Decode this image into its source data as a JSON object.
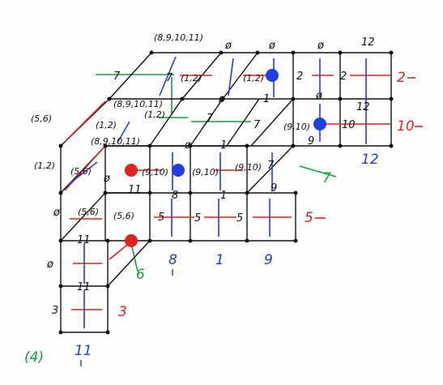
{
  "figure_number": "(4)",
  "colors": {
    "red": "#e0231c",
    "blue": "#1f3fe0",
    "green": "#13a13b",
    "black": "#111111"
  },
  "set_labels": {
    "top_far": "(8,9,10,11)",
    "mid_far": "(8,9,10,11)",
    "front_top": "(8,9,10,11)",
    "left_upper": "(5,6)",
    "left_mid": "(1,2)",
    "left_low": "(5,6)",
    "left_lower2": "(5,6)",
    "left_lowest": "(5,6)",
    "back_a": "(1,2)",
    "back_b": "(1,2)",
    "back_c": "(1,2)",
    "back_d": "(1,2)",
    "front_a": "(9,10)",
    "front_b": "(9,10)",
    "front_c": "(9,10)",
    "right_a": "(9,10)"
  },
  "cell_values": {
    "top_0": "ø",
    "top_1": "ø",
    "top_2": "ø",
    "top_12": "12",
    "row2_2a": "2",
    "row2_2b": "2",
    "mid_12": "12",
    "mid_10": "10",
    "mid_0": "ø",
    "mid_1": "1",
    "diag_7a": "7",
    "diag_7b": "7",
    "diag_7c": "7",
    "diag_7d": "7",
    "diag_7e": "7",
    "diag_0": "ø",
    "diag_1": "1",
    "front_9": "9",
    "front_8": "8",
    "front_1": "1",
    "front_9b": "9",
    "front_11": "11",
    "front_0": "ø",
    "row5_5a": "5",
    "row5_5b": "5",
    "row5_5c": "5",
    "left_0a": "ø",
    "left_0b": "ø",
    "left_11a": "11",
    "left_11b": "11",
    "left_3": "3"
  },
  "margin_labels": {
    "right_2": "2",
    "right_10": "10",
    "right_5": "5",
    "bottom_12": "12",
    "bottom_7": "7",
    "bottom_6": "6",
    "bottom_8": "8",
    "bottom_1": "1",
    "bottom_9": "9",
    "bottom_11": "11",
    "bottom_3": "3"
  }
}
